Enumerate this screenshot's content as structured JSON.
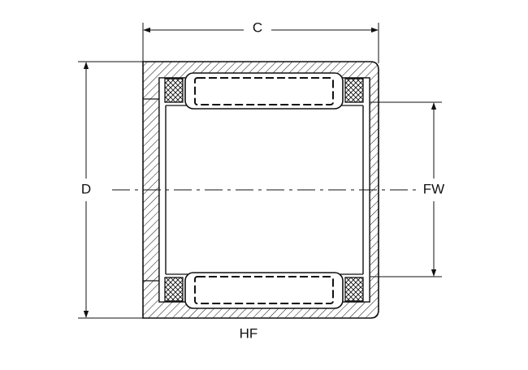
{
  "diagram": {
    "labels": {
      "C": "C",
      "D": "D",
      "FW": "FW",
      "HF": "HF"
    },
    "colors": {
      "line": "#111111",
      "background": "#ffffff"
    },
    "components": [
      "outer-cup-shell",
      "top-seal",
      "bottom-seal",
      "top-needle-roller",
      "bottom-needle-roller",
      "inner-bore",
      "centerline"
    ]
  }
}
